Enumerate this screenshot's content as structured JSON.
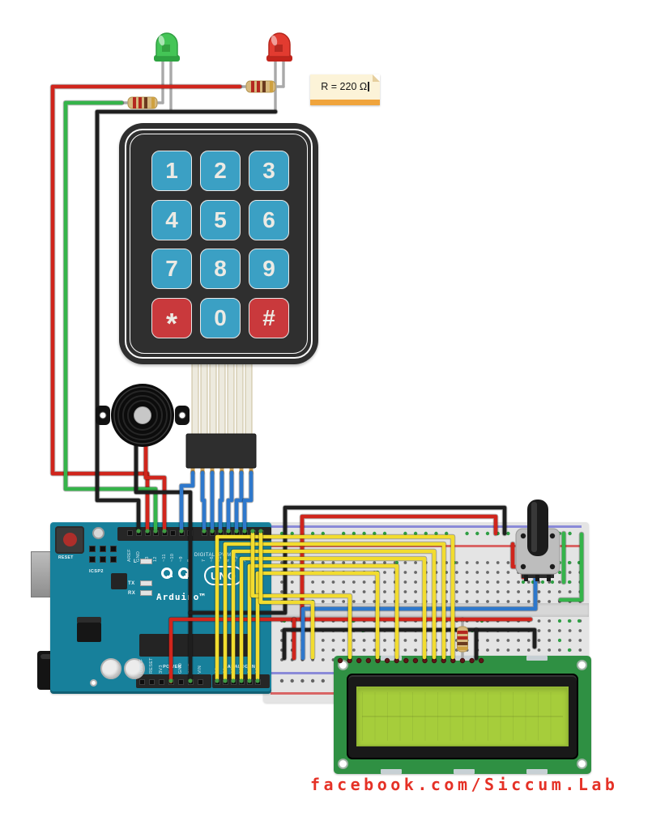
{
  "note": {
    "text": "R = 220 Ω"
  },
  "footer": {
    "text": "facebook.com/Siccum.Lab"
  },
  "keypad": {
    "keys": [
      {
        "label": "1",
        "style": "blue"
      },
      {
        "label": "2",
        "style": "blue"
      },
      {
        "label": "3",
        "style": "blue"
      },
      {
        "label": "4",
        "style": "blue"
      },
      {
        "label": "5",
        "style": "blue"
      },
      {
        "label": "6",
        "style": "blue"
      },
      {
        "label": "7",
        "style": "blue"
      },
      {
        "label": "8",
        "style": "blue"
      },
      {
        "label": "9",
        "style": "blue"
      },
      {
        "label": "*",
        "style": "red"
      },
      {
        "label": "0",
        "style": "blue"
      },
      {
        "label": "#",
        "style": "red"
      }
    ]
  },
  "arduino": {
    "brand": "Arduino™",
    "model": "UNO",
    "reset_label": "RESET",
    "icsp_label": "ICSP2",
    "digital_label": "DIGITAL (PWM~)",
    "power_label": "POWER",
    "analog_label": "ANALOG IN",
    "led_labels": {
      "l": "L",
      "tx": "TX",
      "rx": "RX"
    },
    "digital_pins_left": [
      "AREF",
      "GND",
      "13",
      "12",
      "~11",
      "~10",
      "~9",
      "8"
    ],
    "digital_pins_right": [
      "7",
      "~6",
      "~5",
      "4",
      "~3",
      "2",
      "TX→1",
      "RX←0"
    ],
    "power_pins": [
      "IOREF",
      "RESET",
      "3V3",
      "5V",
      "GND",
      "GND",
      "VIN"
    ],
    "analog_pins": [
      "A0",
      "A1",
      "A2",
      "A3",
      "A4",
      "A5"
    ]
  },
  "colors": {
    "wire_red": "#d0251c",
    "wire_green": "#35b44a",
    "wire_black": "#1e1e1e",
    "wire_blue": "#2e78cc",
    "wire_yellow": "#f2dc2f",
    "keypad_body": "#2f2f2f",
    "key_blue": "#3ba0c4",
    "key_red": "#c9393c",
    "key_text": "#eceae4",
    "arduino_teal": "#17809b",
    "breadboard": "#e4e4e4",
    "rail_blue": "#8a8ad8",
    "rail_red": "#d96565",
    "lcd_pcb": "#2f9043",
    "lcd_screen": "#a6cd3b",
    "note_bg": "#fcf3d8",
    "note_bar": "#f0a43c",
    "footer_red": "#e53126",
    "led_green": "#44c556",
    "led_red": "#e23b30"
  }
}
